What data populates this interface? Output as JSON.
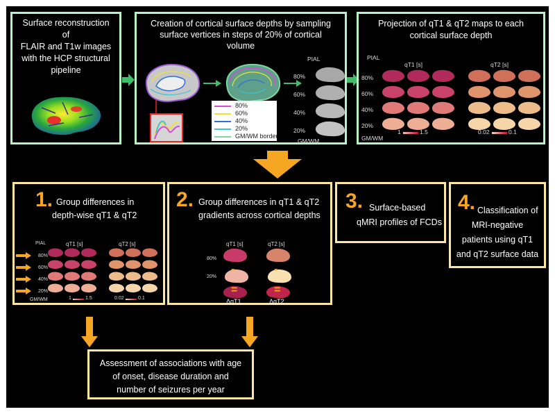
{
  "top_boxes": {
    "box1": {
      "lines": [
        "Surface reconstruction",
        "of",
        "FLAIR and T1w images",
        "with the HCP structural",
        "pipeline"
      ]
    },
    "box2": {
      "lines": [
        "Creation of cortical surface depths by sampling",
        "surface vertices in steps of 20% of cortical",
        "volume"
      ],
      "depth_top": "PIAL",
      "depth_bottom": "GM/WM",
      "depths": [
        "80%",
        "60%",
        "40%",
        "20%"
      ],
      "legend": [
        {
          "label": "80%",
          "color": "#d84bd8"
        },
        {
          "label": "60%",
          "color": "#f2e233"
        },
        {
          "label": "40%",
          "color": "#2f6fd8"
        },
        {
          "label": "20%",
          "color": "#3cc4cf"
        },
        {
          "label": "GM/WM border",
          "color": "#7ad8a0"
        }
      ]
    },
    "box3": {
      "lines": [
        "Projection of qT1 & qT2 maps to each",
        "cortical surface  depth"
      ],
      "pial": "PIAL",
      "gmwm": "GM/WM",
      "depths": [
        "80%",
        "60%",
        "40%",
        "20%"
      ],
      "qt1_label": "qT1 [s]",
      "qt2_label": "qT2 [s]",
      "qt1_min": "1",
      "qt1_max": "1.5",
      "qt2_min": "0.02",
      "qt2_max": "0.1"
    }
  },
  "bottom_boxes": {
    "b1": {
      "number": "1.",
      "lines": [
        "Group differences in",
        "depth-wise qT1 & qT2"
      ],
      "pial": "PIAL",
      "gmwm": "GM/WM",
      "depths": [
        "80%",
        "60%",
        "40%",
        "20%"
      ],
      "qt1_label": "qT1 [s]",
      "qt2_label": "qT2 [s]",
      "qt1_min": "1",
      "qt1_max": "1.5",
      "qt2_min": "0.02",
      "qt2_max": "0.1"
    },
    "b2": {
      "number": "2.",
      "lines": [
        "Group differences in qT1 & qT2",
        "gradients across cortical depths"
      ],
      "qt1_label": "qT1 [s]",
      "qt2_label": "qT2 [s]",
      "depths": [
        "80%",
        "20%"
      ],
      "minus": "-",
      "equals": "=",
      "d1": "ΔqT1",
      "d2": "ΔqT2"
    },
    "b3": {
      "number": "3.",
      "lines": [
        "Surface-based",
        "qMRI profiles of FCDs"
      ]
    },
    "b4": {
      "number": "4.",
      "lines": [
        "Classification of",
        "MRI-negative",
        "patients using qT1",
        "and qT2 surface data"
      ]
    }
  },
  "final_box": {
    "lines": [
      "Assessment of associations with age",
      "of onset, disease duration and",
      "number of seizures per year"
    ]
  },
  "colors": {
    "background": "#000000",
    "green_border": "#b9f2c6",
    "yellow_border": "#fde7a0",
    "arrow_green": "#3fbf6a",
    "arrow_orange": "#f5a623"
  }
}
